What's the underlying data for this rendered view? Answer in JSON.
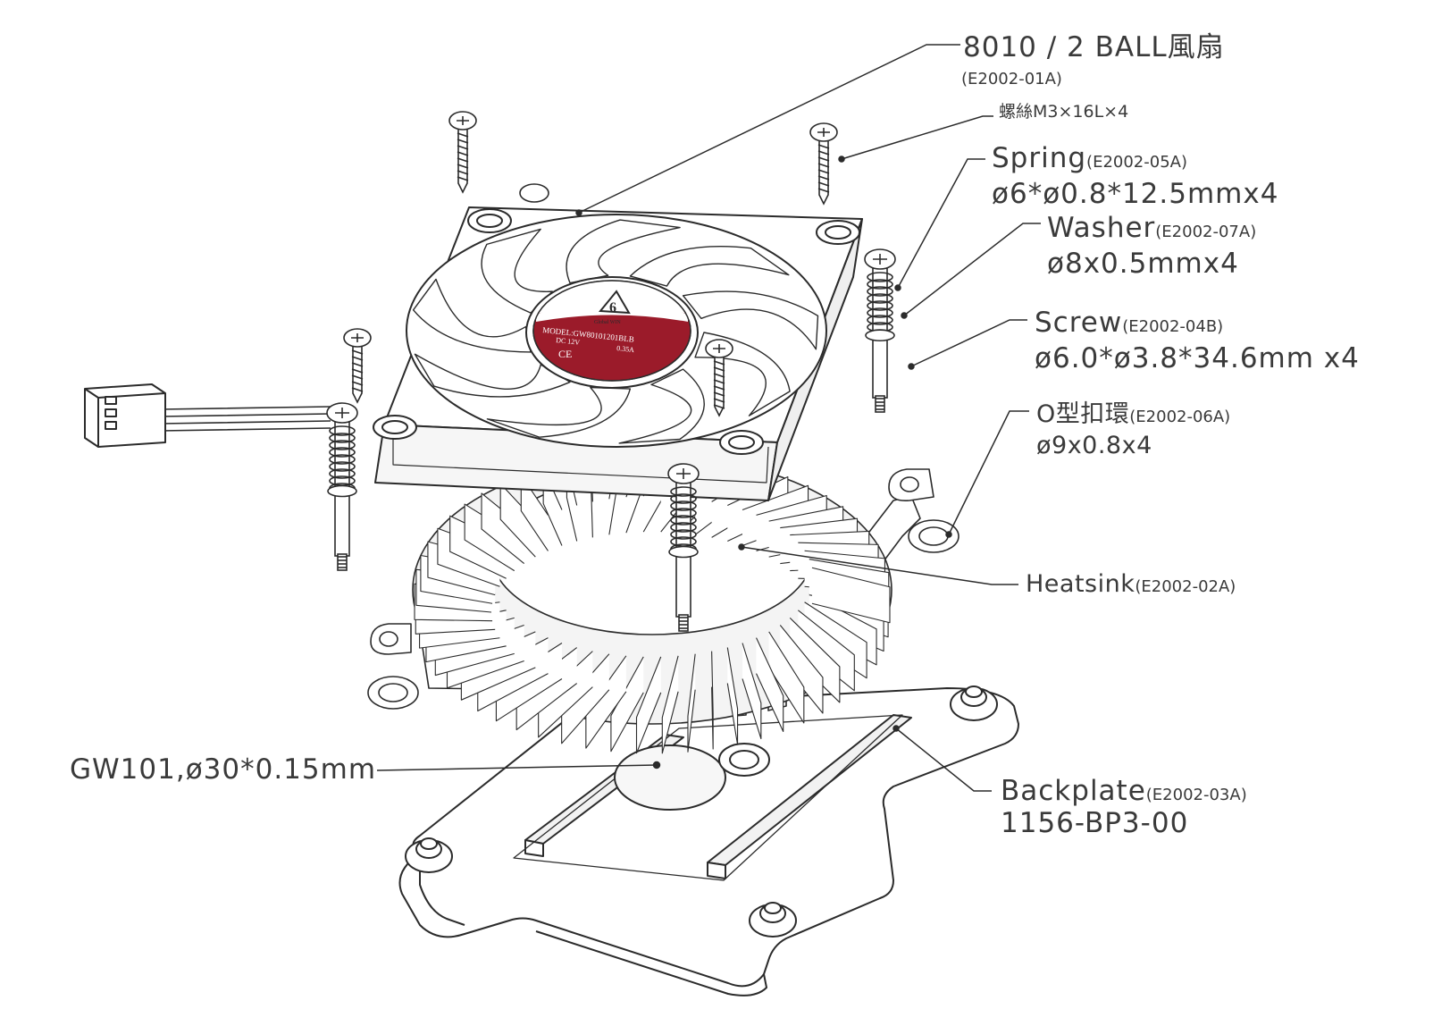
{
  "colors": {
    "line": "#2b2b2b",
    "label_red": "#9b1b2a",
    "text": "#3a3a3a",
    "fill": "#ffffff",
    "shade": "#e9e9e9"
  },
  "icons": {
    "fan": "fan-icon",
    "logo": "globalwin-logo"
  },
  "labels": {
    "fan": {
      "name": "8010 / 2 BALL風扇",
      "code": "(E2002-01A)"
    },
    "screw_small": {
      "name": "螺絲M3×16L×4"
    },
    "spring": {
      "name": "Spring",
      "code": "(E2002-05A)",
      "spec": "ø6*ø0.8*12.5mmx4"
    },
    "washer": {
      "name": "Washer",
      "code": "(E2002-07A)",
      "spec": "ø8x0.5mmx4"
    },
    "screw": {
      "name": "Screw",
      "code": "(E2002-04B)",
      "spec": "ø6.0*ø3.8*34.6mm x4"
    },
    "oring": {
      "name": "O型扣環",
      "code": "(E2002-06A)",
      "spec": "ø9x0.8x4"
    },
    "heatsink": {
      "name": "Heatsink",
      "code": "(E2002-02A)"
    },
    "thermal_pad": {
      "name": "GW101,ø30*0.15mm"
    },
    "backplate": {
      "name": "Backplate",
      "code": "(E2002-03A)",
      "part": "1156-BP3-00"
    }
  },
  "fan_sticker": {
    "brand": "Global WIN",
    "model": "MODEL:GW80101201BLB",
    "voltage": "DC 12V",
    "current": "0.35A",
    "marks": "CE"
  }
}
